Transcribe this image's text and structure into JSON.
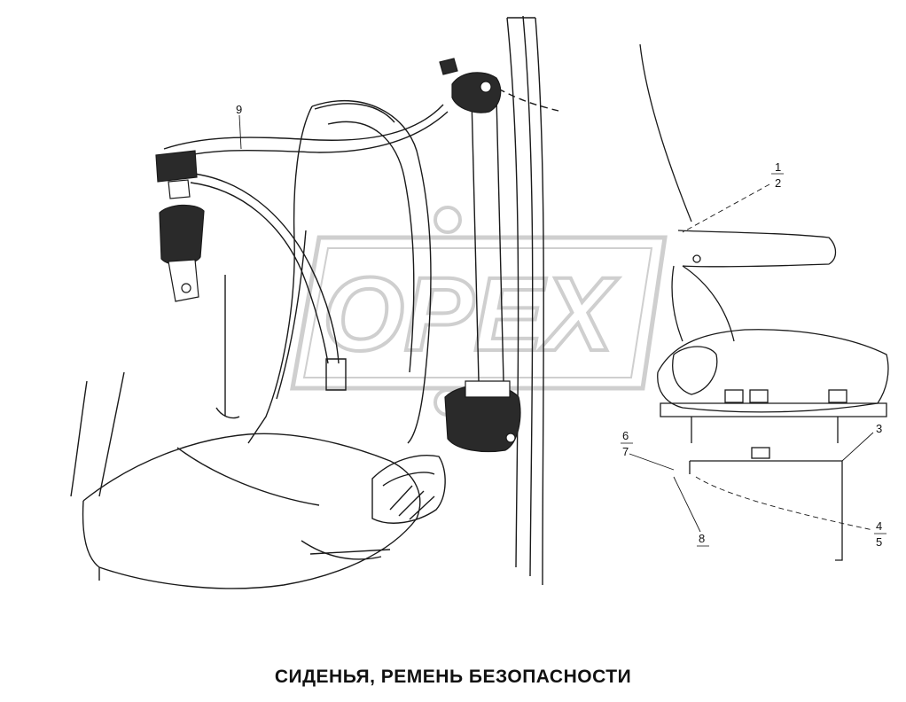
{
  "caption": "СИДЕНЬЯ, РЕМЕНЬ БЕЗОПАСНОСТИ",
  "watermark": {
    "text": "OPEX",
    "color": "#cfcfcf"
  },
  "callouts": {
    "c1": "1",
    "c2": "2",
    "c3": "3",
    "c4": "4",
    "c5": "5",
    "c6": "6",
    "c7": "7",
    "c8": "8",
    "c9": "9"
  },
  "colors": {
    "line": "#1a1a1a",
    "part_dark": "#2a2a2a"
  }
}
